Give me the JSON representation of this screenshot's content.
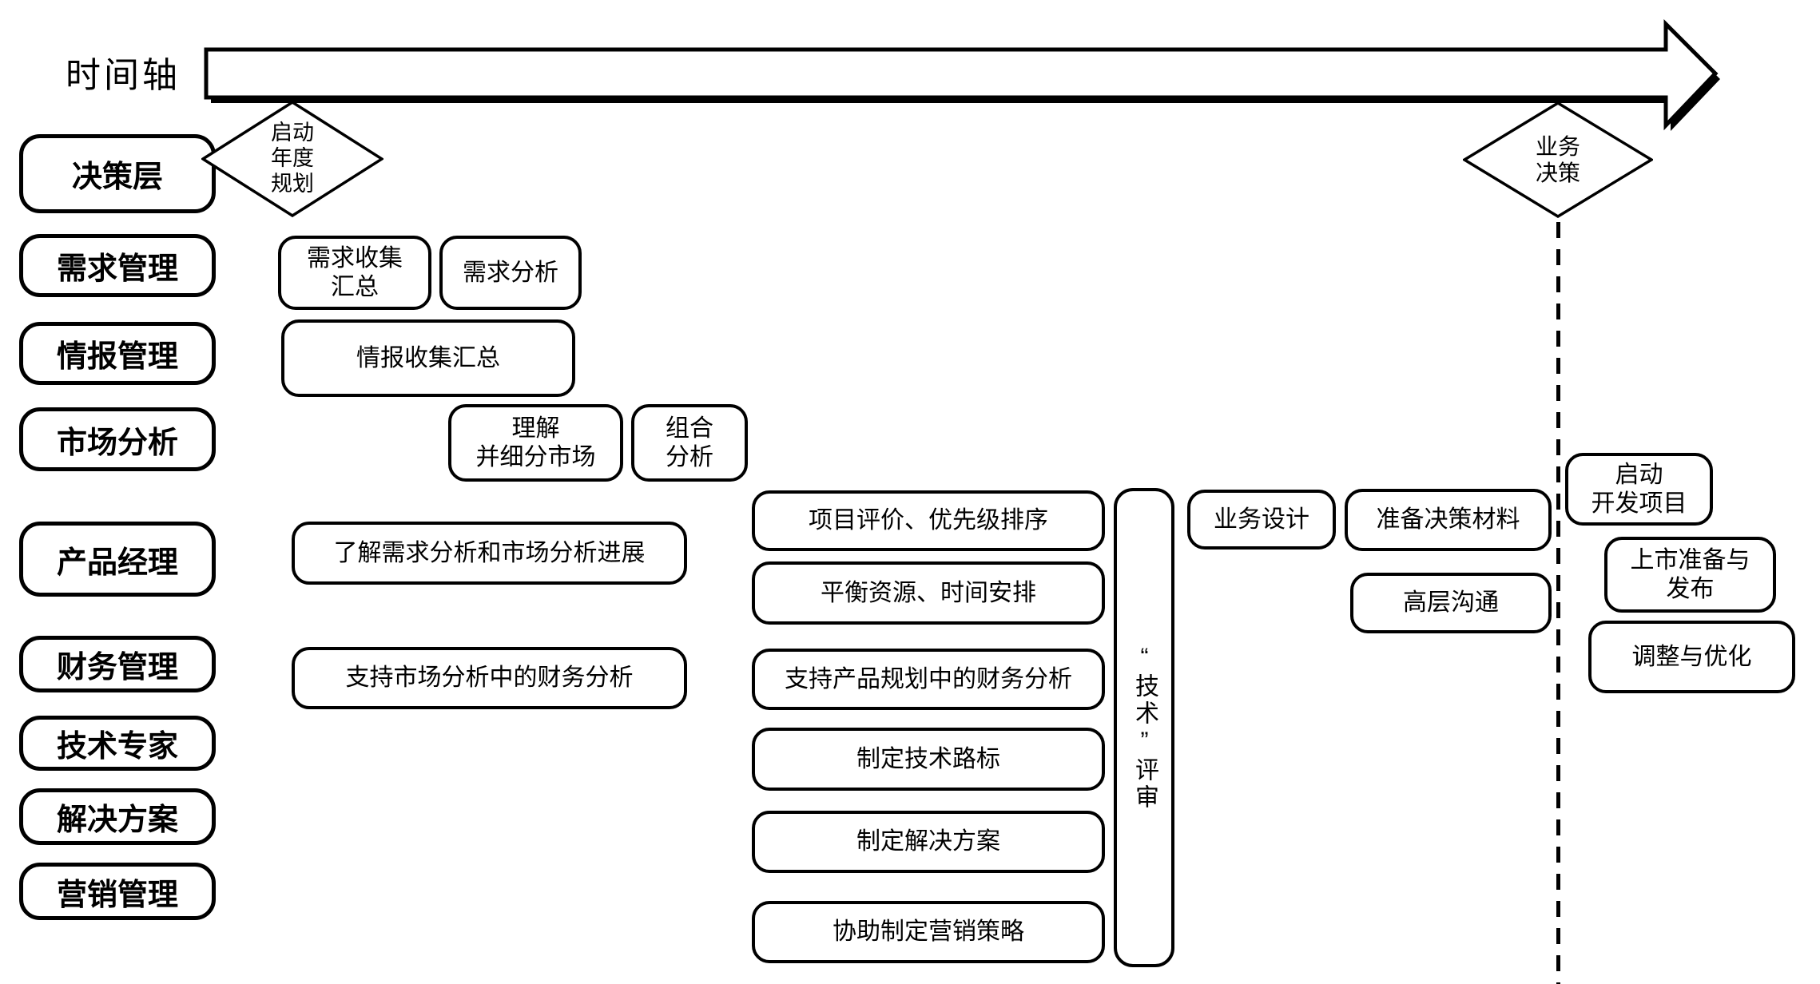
{
  "timeline": {
    "label": "时间轴"
  },
  "lanes": [
    {
      "label": "决策层"
    },
    {
      "label": "需求管理"
    },
    {
      "label": "情报管理"
    },
    {
      "label": "市场分析"
    },
    {
      "label": "产品经理"
    },
    {
      "label": "财务管理"
    },
    {
      "label": "技术专家"
    },
    {
      "label": "解决方案"
    },
    {
      "label": "营销管理"
    }
  ],
  "milestones": {
    "annual_planning": "启动\n年度\n规划",
    "business_decision": "业务\n决策"
  },
  "tasks": {
    "req_collect": "需求收集\n汇总",
    "req_analysis": "需求分析",
    "intel_collect": "情报收集汇总",
    "understand_segment": "理解\n并细分市场",
    "portfolio": "组合\n分析",
    "track_progress": "了解需求分析和市场分析进展",
    "project_eval": "项目评价、优先级排序",
    "balance_resources": "平衡资源、时间安排",
    "fin_support_market": "支持市场分析中的财务分析",
    "fin_support_product": "支持产品规划中的财务分析",
    "tech_roadmap": "制定技术路标",
    "solution_dev": "制定解决方案",
    "marketing_strategy": "协助制定营销策略",
    "tech_review": "“技术”评审",
    "business_design": "业务设计",
    "decision_materials": "准备决策材料",
    "executive_comm": "高层沟通",
    "start_dev_project": "启动\n开发项目",
    "launch_prep": "上市准备与\n发布",
    "adjust_optimize": "调整与优化"
  },
  "colors": {
    "stroke": "#000000",
    "fill": "#ffffff"
  }
}
